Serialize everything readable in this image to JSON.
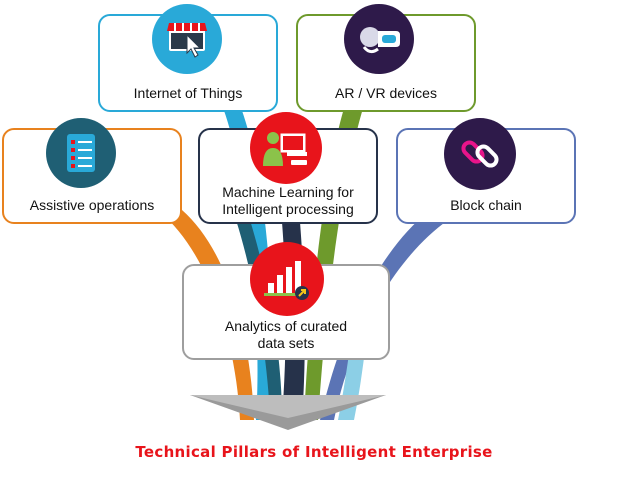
{
  "colors": {
    "orange": "#e8821e",
    "light_blue": "#29a9d8",
    "teal": "#1f5f74",
    "navy": "#26324a",
    "green": "#6e9a2c",
    "blue": "#5b74b5",
    "sky": "#8ccfe6",
    "red": "#e8141b",
    "purple": "#2e1a4a"
  },
  "nodes": {
    "iot": {
      "label": "Internet  of Things",
      "icon": "storefront-cursor-icon"
    },
    "arvr": {
      "label": "AR / VR devices",
      "icon": "vr-headset-icon"
    },
    "assistive": {
      "label": "Assistive operations",
      "icon": "checklist-icon"
    },
    "ml": {
      "line1": "Machine Learning for",
      "line2": "Intelligent  processing",
      "icon": "person-computer-icon"
    },
    "blockchain": {
      "label": "Block chain",
      "icon": "chain-link-icon"
    },
    "analytics": {
      "line1": "Analytics of curated",
      "line2": "data sets",
      "icon": "bar-chart-icon"
    }
  },
  "caption": "Technical Pillars  of Intelligent  Enterprise"
}
